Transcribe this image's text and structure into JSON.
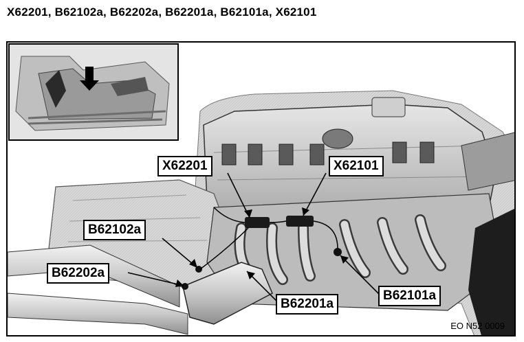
{
  "header": {
    "title": "X62201, B62102a, B62202a, B62201a, B62101a, X62101"
  },
  "figure": {
    "callouts": {
      "x62201": "X62201",
      "x62101": "X62101",
      "b62102a": "B62102a",
      "b62202a": "B62202a",
      "b62201a": "B62201a",
      "b62101a": "B62101a"
    },
    "figure_id": "EO N52 0009"
  }
}
